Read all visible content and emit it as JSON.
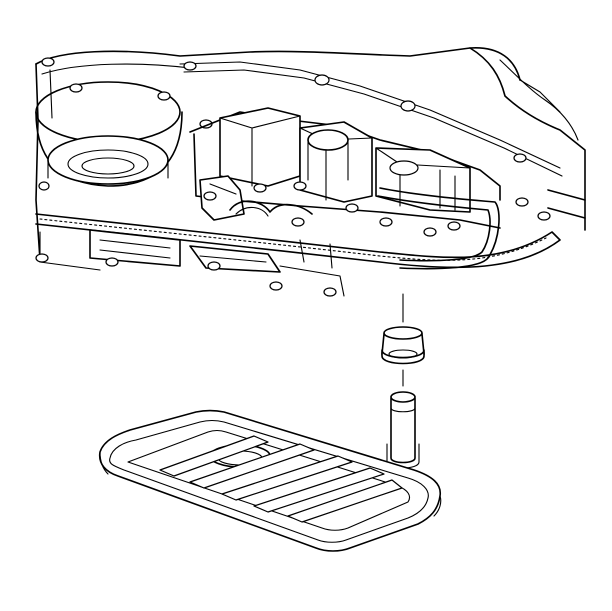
{
  "diagram": {
    "components": [
      {
        "id": "transmission-case",
        "label": ""
      },
      {
        "id": "control-valve-body",
        "label": ""
      },
      {
        "id": "pan-gasket",
        "label": ""
      },
      {
        "id": "filter-seal",
        "label": ""
      },
      {
        "id": "filter-neck",
        "label": ""
      },
      {
        "id": "transmission-filter",
        "label": ""
      }
    ],
    "colors": {
      "line": "#000000",
      "background": "#ffffff"
    }
  }
}
